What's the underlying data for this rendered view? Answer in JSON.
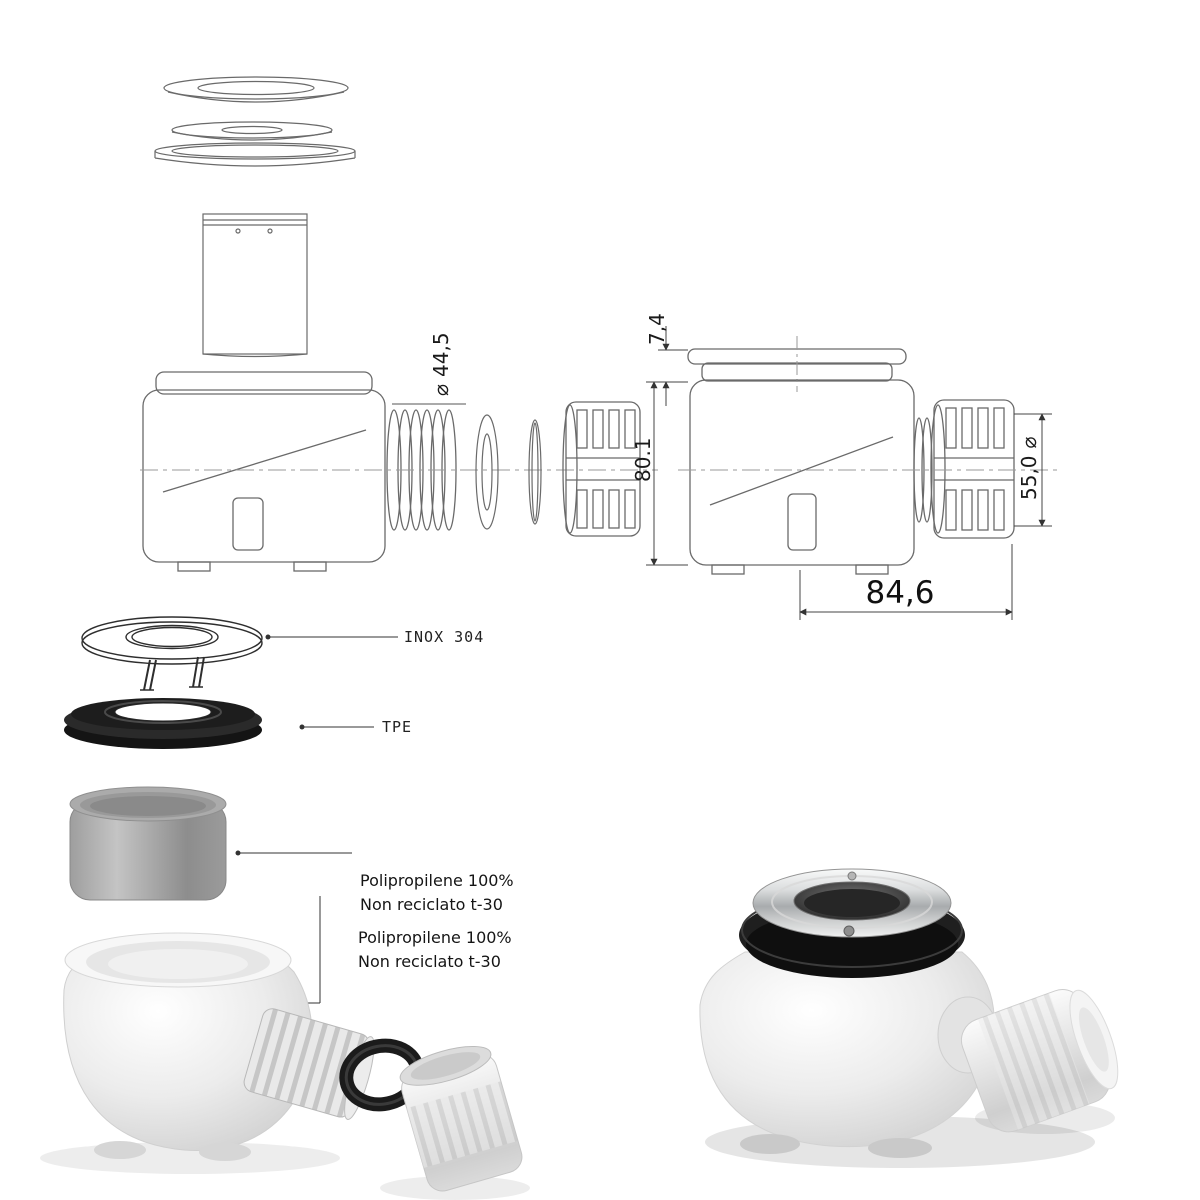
{
  "figure": {
    "type": "technical-diagram",
    "subject": "Shower drain siphon: exploded line drawings, dimensioned views, material callouts and 3D renders"
  },
  "dimensions": {
    "grid_diameter_value": "44,5",
    "grid_diameter_symbol": "⌀",
    "flange_height": "7,4",
    "body_height": "80.1",
    "outlet_diameter_value": "55,0",
    "outlet_diameter_symbol": "⌀",
    "overall_length": "84,6"
  },
  "materials": {
    "grate_label": "INOX 304",
    "gasket_label": "TPE",
    "cup_label_line1": "Polipropilene 100%",
    "cup_label_line2": "Non reciclato t-30",
    "body_label_line1": "Polipropilene 100%",
    "body_label_line2": "Non reciclato t-30"
  },
  "colors": {
    "line": "#6a6a6a",
    "dimension_text": "#1a1a1a",
    "gasket_black": "#1b1b1b",
    "plastic_white": "#e8e8e8",
    "plastic_grey": "#a8a8a8",
    "chrome": "#aeb1b3"
  }
}
